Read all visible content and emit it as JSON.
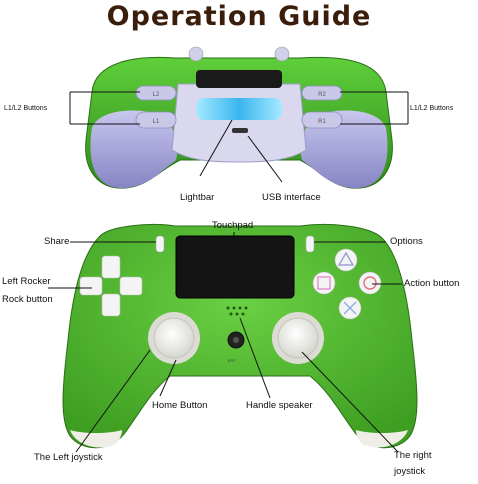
{
  "title": "Operation Guide",
  "top_view": {
    "left_buttons": "L1/L2 Buttons",
    "right_buttons": "L1/L2 Buttons",
    "lightbar": "Lightbar",
    "usb": "USB interface",
    "btn_l1": "L1",
    "btn_l2": "L2",
    "btn_r1": "R1",
    "btn_r2": "R2"
  },
  "front_view": {
    "touchpad": "Touchpad",
    "share": "Share",
    "options": "Options",
    "left_rocker": "Left Rocker",
    "rock_button": "Rock button",
    "action_button": "Action button",
    "home_button": "Home Button",
    "handle_speaker": "Handle speaker",
    "left_joystick": "The Left joystick",
    "right_joystick_line1": "The right",
    "right_joystick_line2": "joystick"
  },
  "colors": {
    "controller_green": "#4cb82c",
    "controller_green_dark": "#2f8a1c",
    "grip_lavender": "#a9a8d8",
    "lightbar_cyan": "#5ad0f4",
    "stick_white": "#f2f2ee",
    "title_brown": "#3b1d0c"
  }
}
